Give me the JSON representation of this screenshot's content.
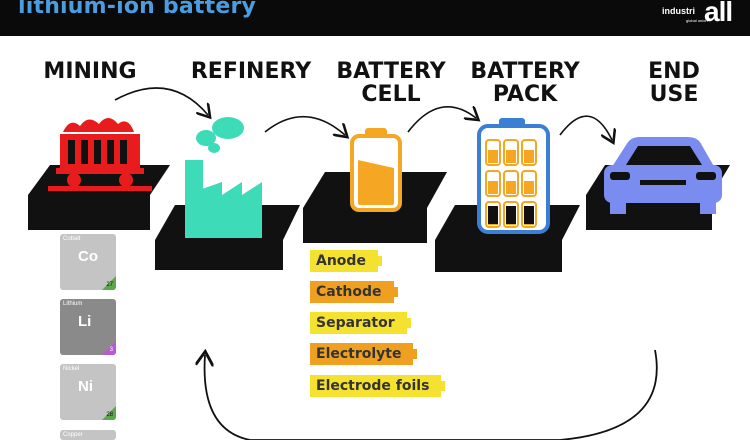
{
  "header": {
    "title": "lithium-ion battery",
    "logo_text": "industri",
    "logo_sub": "global union",
    "logo_mark": "all"
  },
  "stages": [
    {
      "label": "MINING"
    },
    {
      "label": "REFINERY"
    },
    {
      "label": "BATTERY\nCELL"
    },
    {
      "label": "BATTERY\nPACK"
    },
    {
      "label": "END\nUSE"
    }
  ],
  "components": [
    {
      "label": "Anode",
      "color": "#f5e130"
    },
    {
      "label": "Cathode",
      "color": "#f0a020"
    },
    {
      "label": "Separator",
      "color": "#f5e130"
    },
    {
      "label": "Electrolyte",
      "color": "#f0a020"
    },
    {
      "label": "Electrode foils",
      "color": "#f5e130"
    }
  ],
  "elements": [
    {
      "name": "Cobalt",
      "symbol": "Co",
      "number": "27",
      "color": "#c4c4c4",
      "accent": "#5aa84a"
    },
    {
      "name": "Lithium",
      "symbol": "Li",
      "number": "3",
      "color": "#8a8a8a",
      "accent": "#b85ad0"
    },
    {
      "name": "Nickel",
      "symbol": "Ni",
      "number": "28",
      "color": "#c4c4c4",
      "accent": "#5aa84a"
    },
    {
      "name": "Copper",
      "symbol": "",
      "number": "",
      "color": "#c4c4c4",
      "accent": "#5aa84a"
    }
  ],
  "colors": {
    "mining": "#e81c1c",
    "refinery": "#3ddbb8",
    "battery": "#f5a623",
    "pack": "#3a7fd4",
    "car": "#7a8cf0",
    "platform": "#111111",
    "title": "#4a9de0"
  },
  "icons": [
    "mining-cart-icon",
    "factory-icon",
    "battery-cell-icon",
    "battery-pack-icon",
    "car-icon"
  ]
}
